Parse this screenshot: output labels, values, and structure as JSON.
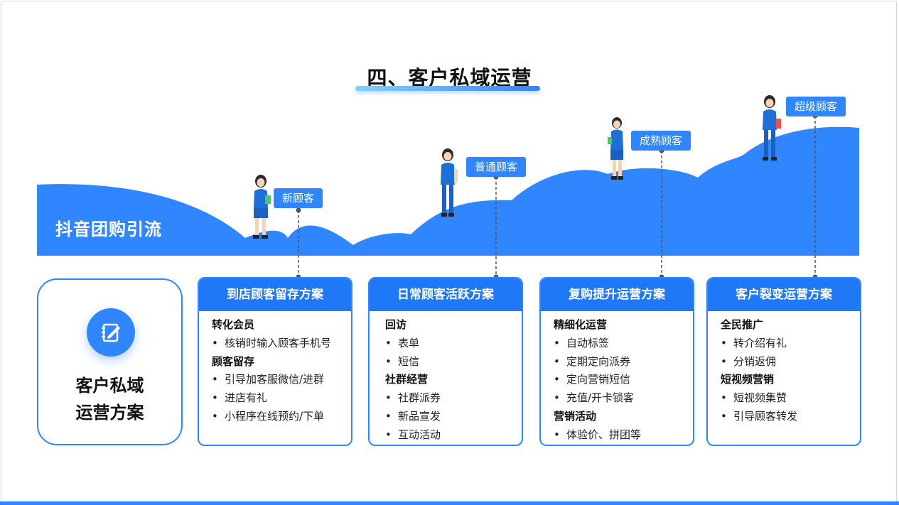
{
  "title": "四、客户私域运营",
  "hero_label": "抖音团购引流",
  "stages": [
    {
      "tag": "新顾客"
    },
    {
      "tag": "普通顾客"
    },
    {
      "tag": "成熟顾客"
    },
    {
      "tag": "超级顾客"
    }
  ],
  "left_card": {
    "icon": "notebook-pen-icon",
    "title_line1": "客户私域",
    "title_line2": "运营方案"
  },
  "cards": [
    {
      "header": "到店顾客留存方案",
      "sections": [
        {
          "title": "转化会员",
          "items": [
            "核销时输入顾客手机号"
          ]
        },
        {
          "title": "顾客留存",
          "items": [
            "引导加客服微信/进群",
            "进店有礼",
            "小程序在线预约/下单"
          ]
        }
      ]
    },
    {
      "header": "日常顾客活跃方案",
      "sections": [
        {
          "title": "回访",
          "items": [
            "表单",
            "短信"
          ]
        },
        {
          "title": "社群经营",
          "items": [
            "社群派券",
            "新品宣发",
            "互动活动"
          ]
        }
      ]
    },
    {
      "header": "复购提升运营方案",
      "sections": [
        {
          "title": "精细化运营",
          "items": [
            "自动标签",
            "定期定向派券",
            "定向营销短信",
            "充值/开卡锁客"
          ]
        },
        {
          "title": "营销活动",
          "items": [
            "体验价、拼团等"
          ]
        }
      ]
    },
    {
      "header": "客户裂变运营方案",
      "sections": [
        {
          "title": "全民推广",
          "items": [
            "转介绍有礼",
            "分销返佣"
          ]
        },
        {
          "title": "短视频营销",
          "items": [
            "短视频集赞",
            "引导顾客转发"
          ]
        }
      ]
    }
  ],
  "colors": {
    "primary": "#2f86ff",
    "header": "#1f78f5",
    "hill": "#2f86ff"
  }
}
